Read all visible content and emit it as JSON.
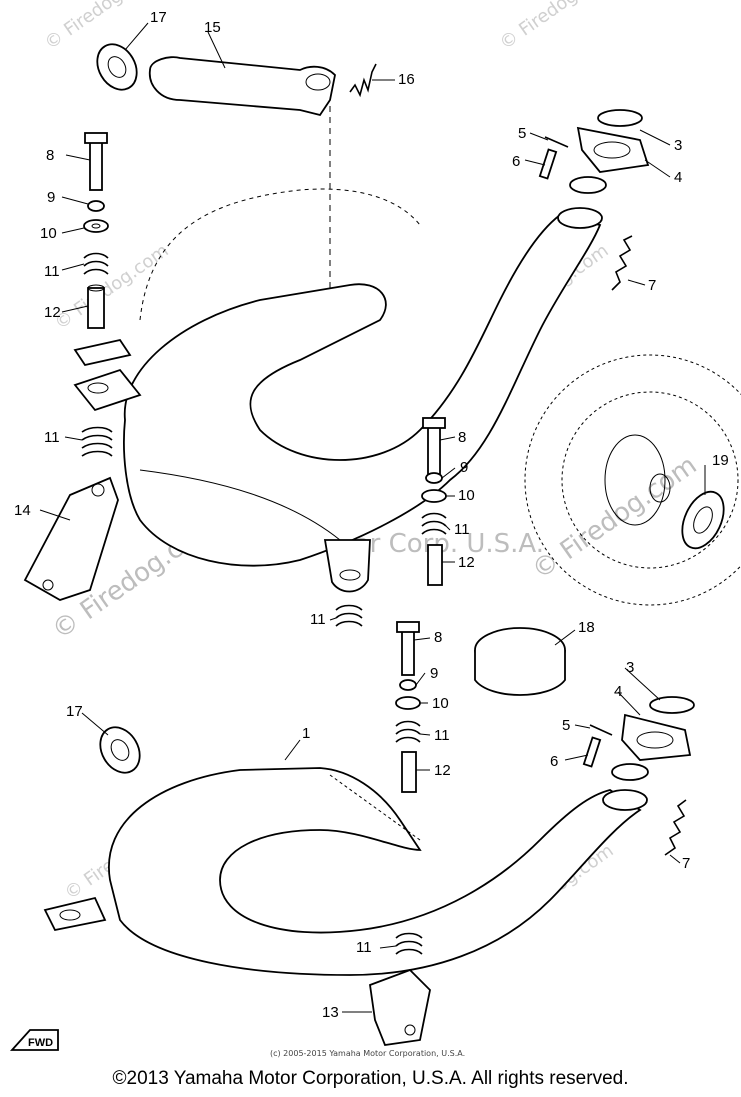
{
  "watermarks": {
    "site": "© Firedog.com",
    "brand": "Yamaha Motor Corp. U.S.A."
  },
  "callouts": {
    "c1": "1",
    "c3a": "3",
    "c3b": "3",
    "c4a": "4",
    "c4b": "4",
    "c5a": "5",
    "c5b": "5",
    "c6a": "6",
    "c6b": "6",
    "c7a": "7",
    "c7b": "7",
    "c8a": "8",
    "c8b": "8",
    "c8c": "8",
    "c9a": "9",
    "c9b": "9",
    "c9c": "9",
    "c10a": "10",
    "c10b": "10",
    "c10c": "10",
    "c11a": "11",
    "c11b": "11",
    "c11c": "11",
    "c11d": "11",
    "c11e": "11",
    "c11f": "11",
    "c12a": "12",
    "c12b": "12",
    "c12c": "12",
    "c13": "13",
    "c14": "14",
    "c15": "15",
    "c16": "16",
    "c17a": "17",
    "c17b": "17",
    "c18": "18",
    "c19": "19"
  },
  "fwd_label": "FWD",
  "small_credit": "(c) 2005-2015 Yamaha Motor Corporation, U.S.A.",
  "footer": "©2013 Yamaha Motor Corporation, U.S.A. All rights reserved."
}
